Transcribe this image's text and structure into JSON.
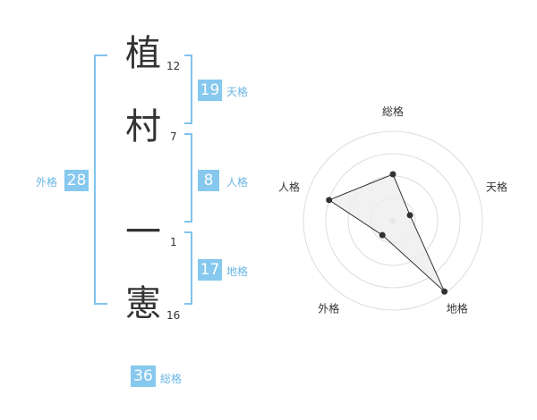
{
  "name_chars": [
    {
      "char": "植",
      "strokes": "12"
    },
    {
      "char": "村",
      "strokes": "7"
    },
    {
      "char": "一",
      "strokes": "1"
    },
    {
      "char": "憲",
      "strokes": "16"
    }
  ],
  "kaku": {
    "tenkaku": {
      "value": "19",
      "label": "天格"
    },
    "jinkaku": {
      "value": "8",
      "label": "人格"
    },
    "chikaku": {
      "value": "17",
      "label": "地格"
    },
    "gaikaku": {
      "value": "28",
      "label": "外格"
    },
    "soukaku": {
      "value": "36",
      "label": "総格"
    }
  },
  "colors": {
    "accent": "#86c8ee",
    "bracket": "#7fc3ee",
    "label_text": "#6ab6e4",
    "radar_fill": "#eeeeee"
  },
  "chart_data": {
    "type": "radar",
    "axes": [
      "総格",
      "天格",
      "地格",
      "外格",
      "人格"
    ],
    "values": [
      0.52,
      0.2,
      0.98,
      0.2,
      0.75
    ],
    "max": 1,
    "rings": 4,
    "grid": true
  }
}
